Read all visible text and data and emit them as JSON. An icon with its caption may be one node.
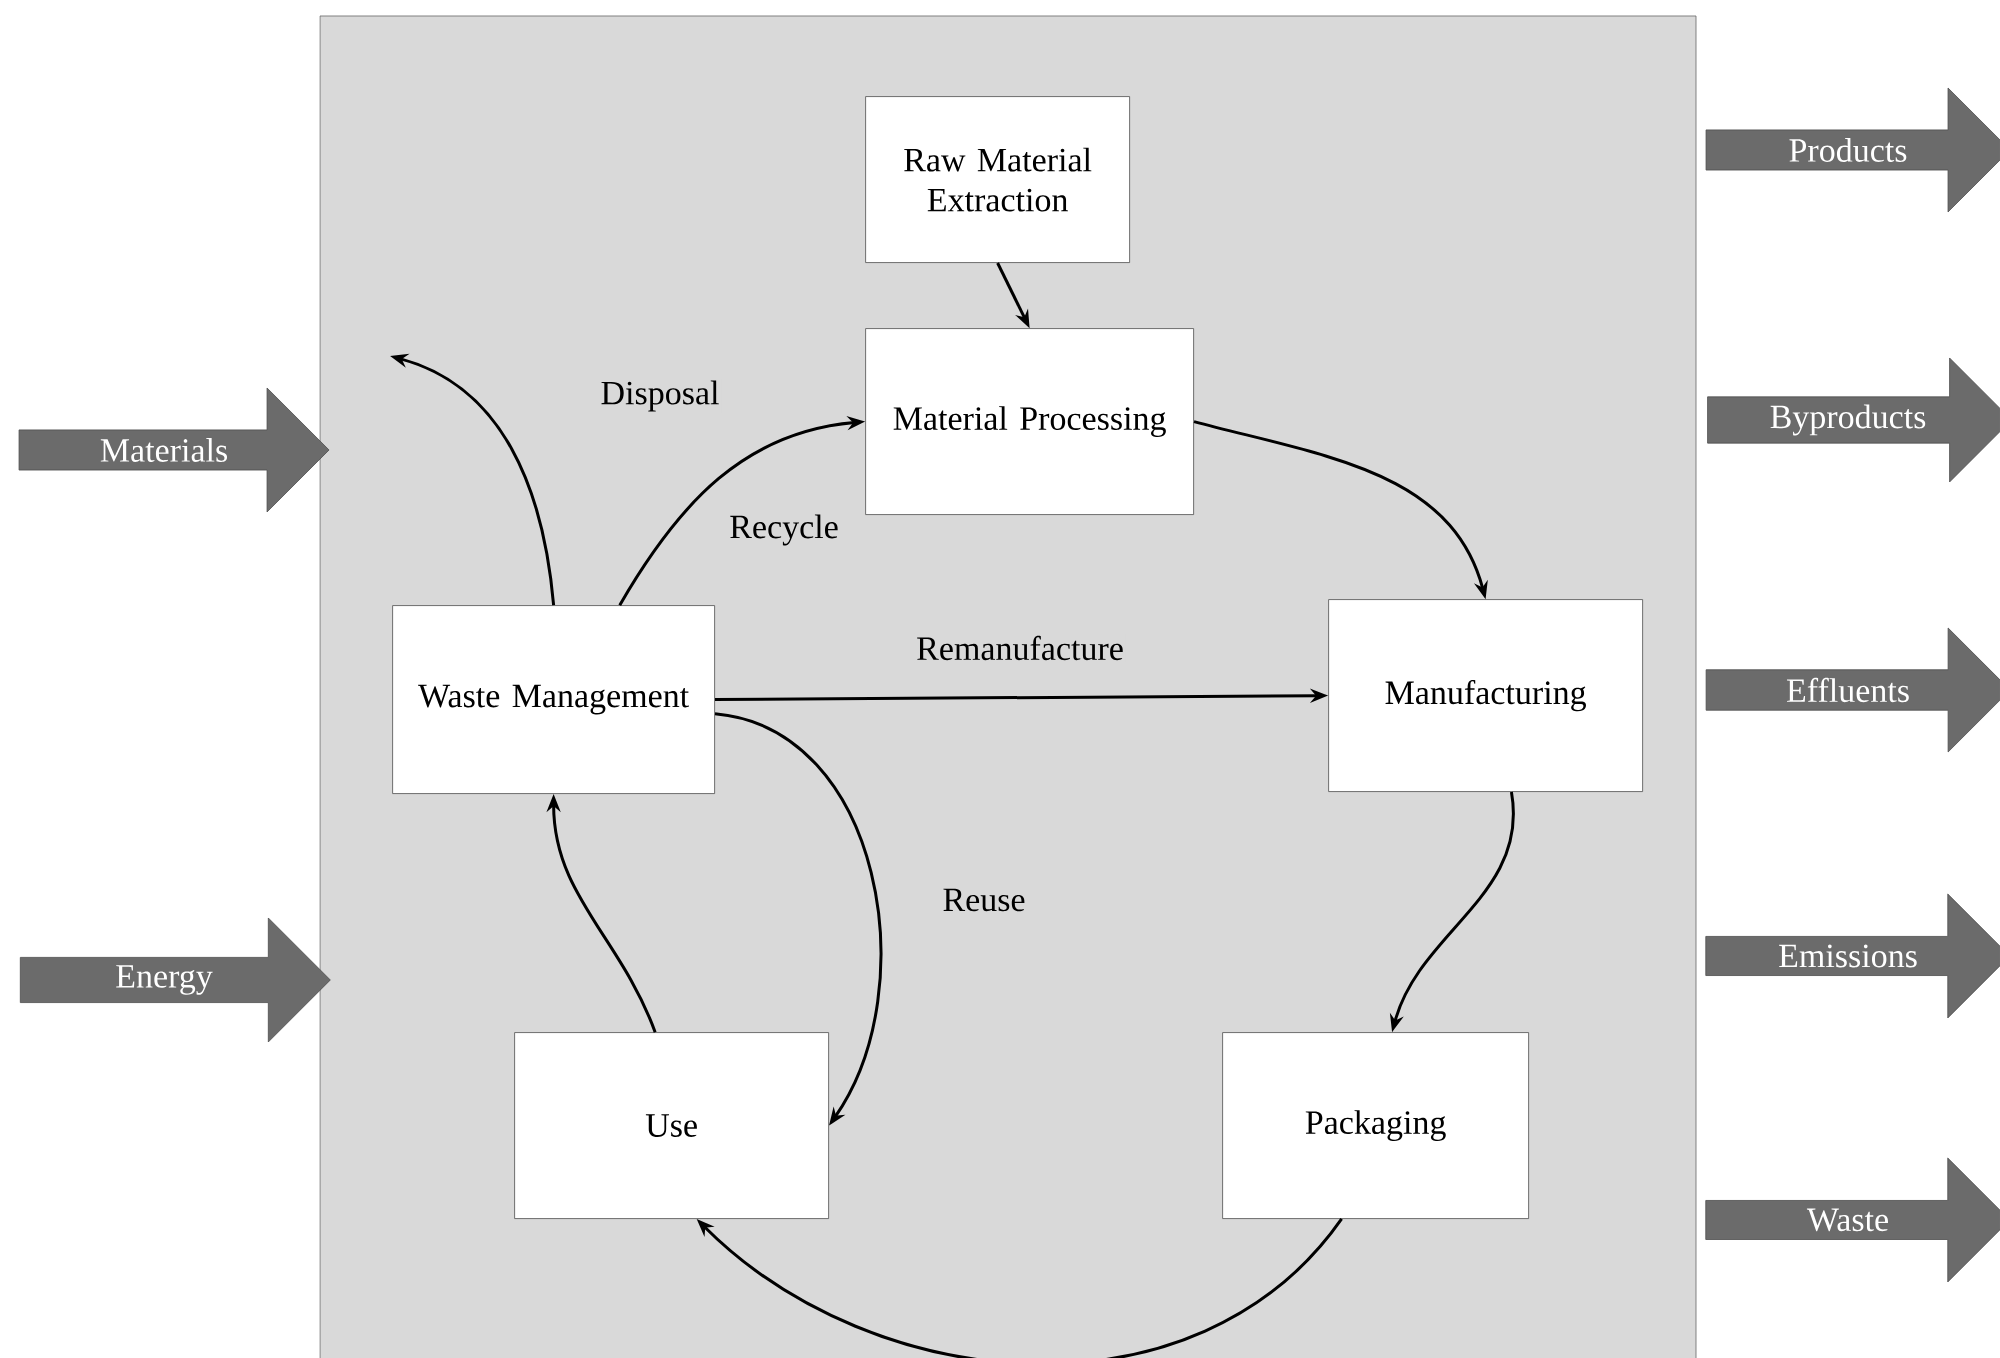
{
  "diagram": {
    "nodes": [
      {
        "text": [],
        "shape": "box"
      },
      {
        "text": [
          "Raw Material Extraction"
        ],
        "in": 0
      },
      {
        "text": [
          "Material Processing"
        ],
        "in": 0
      },
      {
        "text": [
          "Manufacturing"
        ],
        "in": 0
      },
      {
        "text": [
          "Packaging"
        ],
        "in": 0
      },
      {
        "text": [
          "Use"
        ],
        "in": 0
      },
      {
        "text": [
          "Waste Management"
        ],
        "in": 0
      },
      {
        "text": [
          "Materials"
        ]
      },
      {
        "text": [
          "Energy"
        ]
      },
      {
        "text": [
          "Products"
        ]
      },
      {
        "text": [
          "Byproducts"
        ]
      },
      {
        "text": [
          "Effluents"
        ]
      },
      {
        "text": [
          "Emissions"
        ]
      },
      {
        "text": [
          "Waste"
        ]
      }
    ],
    "edges": [
      {
        "from": 1,
        "to": 2,
        "arrow": "to"
      },
      {
        "from": 2,
        "to": 3,
        "arrow": "to"
      },
      {
        "from": 3,
        "to": 4,
        "arrow": "to"
      },
      {
        "from": 4,
        "to": 5,
        "arrow": "to"
      },
      {
        "from": 5,
        "to": 6,
        "arrow": "to"
      },
      {
        "from": 6,
        "to": 2,
        "arrow": "to",
        "label": "Recycle"
      },
      {
        "from": 6,
        "to": 3,
        "arrow": "to",
        "label": "Remanufacture"
      },
      {
        "from": 6,
        "to": 5,
        "arrow": "to",
        "label": "Reuse"
      },
      {
        "from": 6,
        "to": null,
        "arrow": "to",
        "label": "Disposal"
      }
    ]
  }
}
